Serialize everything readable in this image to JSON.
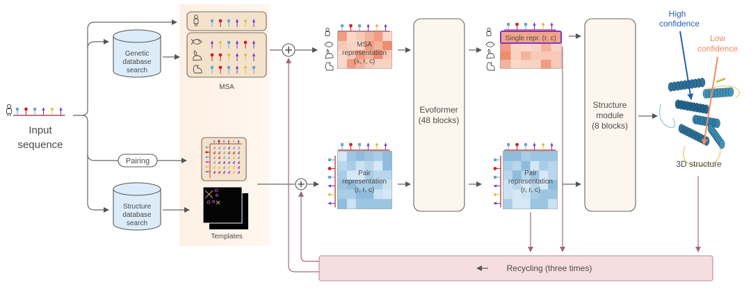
{
  "input": {
    "label_line1": "Input",
    "label_line2": "sequence"
  },
  "genetic_db": {
    "line1": "Genetic",
    "line2": "database",
    "line3": "search"
  },
  "structure_db": {
    "line1": "Structure",
    "line2": "database",
    "line3": "search"
  },
  "pairing": {
    "label": "Pairing"
  },
  "msa": {
    "label": "MSA"
  },
  "templates": {
    "label": "Templates"
  },
  "msa_repr": {
    "line1": "MSA",
    "line2": "representation",
    "line3": "(s, r, c)"
  },
  "pair_repr_in": {
    "line1": "Pair",
    "line2": "representation",
    "line3": "(r, r, c)"
  },
  "evoformer": {
    "line1": "Evoformer",
    "line2": "(48 blocks)"
  },
  "single_repr": {
    "label": "Single repr. (r, c)"
  },
  "pair_repr_out": {
    "line1": "Pair",
    "line2": "representation",
    "line3": "(r, r, c)"
  },
  "structure_module": {
    "line1": "Structure",
    "line2": "module",
    "line3": "(8 blocks)"
  },
  "output": {
    "label": "3D structure",
    "high_conf_line1": "High",
    "high_conf_line2": "confidence",
    "low_conf_line1": "Low",
    "low_conf_line2": "confidence"
  },
  "recycling": {
    "label": "Recycling (three times)"
  },
  "sequence_tokens": [
    "square-blue",
    "circle-red",
    "square-blue",
    "arrow-purple",
    "diamond-yellow",
    "arrow-purple"
  ],
  "colors": {
    "blue_token": "#6aa3cf",
    "red_token": "#d0202a",
    "purple_token": "#7b2fc9",
    "yellow_token": "#e6b93c",
    "high_conf": "#2160b5",
    "low_conf": "#ee8a5e",
    "recycle_fill": "#f5dde0",
    "recycle_stroke": "#b88a93",
    "msa_panel_bg": "#fdf1e6",
    "block_fill": "#fdf6ef",
    "db_fill": "#dcecf8",
    "single_highlight": "#8a2fc0"
  }
}
